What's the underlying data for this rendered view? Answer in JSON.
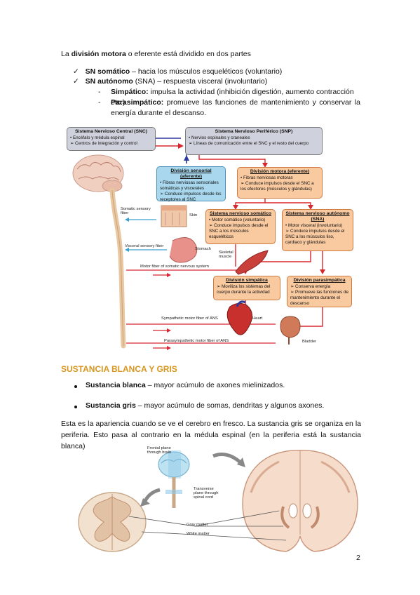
{
  "intro": {
    "pre": "La ",
    "bold": "división motora",
    "post": " o eferente está dividido en dos partes"
  },
  "check_items": [
    {
      "bold": "SN somático",
      "rest": " – hacia los músculos esqueléticos (voluntario)"
    },
    {
      "bold": "SN autónomo",
      "rest": " (SNA) – respuesta visceral (involuntario)"
    }
  ],
  "dash_items": [
    {
      "bold": "Simpático:",
      "rest": " impulsa la actividad (inhibición digestión, aumento contracción etc.)"
    },
    {
      "bold": "Parasimpático:",
      "rest": " promueve las funciones de mantenimiento y conservar la energía durante el descanso."
    }
  ],
  "diagram": {
    "snc": {
      "title": "Sistema Nervioso Central (SNC)",
      "l1": "• Encéfalo y médula espinal",
      "l2": "➢ Centros de integración y control"
    },
    "snp": {
      "title": "Sistema Nervioso Periférico (SNP)",
      "l1": "• Nervios espinales y craneales",
      "l2": "➢ Líneas de comunicación entre el SNC y el resto del cuerpo"
    },
    "sensorial": {
      "title": "División sensorial (aferente)",
      "l1": "• Fibras nerviosas sensoriales somáticas y viscerales",
      "l2": "➢ Conduce impulsos desde los receptores al SNC"
    },
    "motora": {
      "title": "División motora  (eferente)",
      "l1": "• Fibras nerviosas motoras",
      "l2": "➢ Conduce impulsos desde el SNC a los efectores (músculos y glándulas)"
    },
    "somatico": {
      "title": "Sistema nervioso somático",
      "l1": "• Motor somático (voluntario)",
      "l2": "➢ Conduce impulsos desde el SNC a los músculos esqueléticos"
    },
    "autonomo": {
      "title": "Sistema nervioso autónomo (SNA)",
      "l1": "• Motor visceral (involuntario)",
      "l2": "➢ Conduce impulsos desde el SNC a los músculos liso, cardiaco y glándulas"
    },
    "simpatica": {
      "title": "División simpática",
      "l1": "➢ Moviliza los sistemas del cuerpo durante la actividad"
    },
    "parasimpatica": {
      "title": "División parasimpática",
      "l1": "➢ Conserva energía",
      "l2": "➢ Promueve las funciones de mantenimiento durante el descanso"
    },
    "labels": {
      "somatic_sensory": "Somatic sensory fiber",
      "skin": "Skin",
      "visceral_sensory": "Visceral sensory fiber",
      "stomach": "Stomach",
      "skeletal_muscle": "Skeletal muscle",
      "motor_fiber": "Motor fiber of somatic nervous system",
      "sympathetic": "Sympathetic motor fiber of ANS",
      "heart": "Heart",
      "parasympathetic": "Parasympathetic motor fiber of ANS",
      "bladder": "Bladder"
    }
  },
  "section_title": "SUSTANCIA BLANCA Y GRIS",
  "bullets": [
    {
      "bold": "Sustancia blanca",
      "rest": " – mayor acúmulo de axones mielinizados."
    },
    {
      "bold": "Sustancia gris",
      "rest": " – mayor acúmulo de somas, dendritas y algunos axones."
    }
  ],
  "paragraph": "Esta es la apariencia cuando se ve el cerebro en fresco. La sustancia gris se organiza en la periferia. Esto pasa al contrario en la médula espinal (en la periferia está la sustancia blanca)",
  "brain_labels": {
    "frontal": "Frontal plane through brain",
    "transverse": "Transverse plane through spinal cord",
    "gray": "Gray matter",
    "white": "White matter"
  },
  "page_number": "2",
  "colors": {
    "accent": "#d9961f",
    "blue_arrow": "#2e3a9c",
    "red_arrow": "#d8262e",
    "sensory_arrow": "#3aa0d0"
  }
}
